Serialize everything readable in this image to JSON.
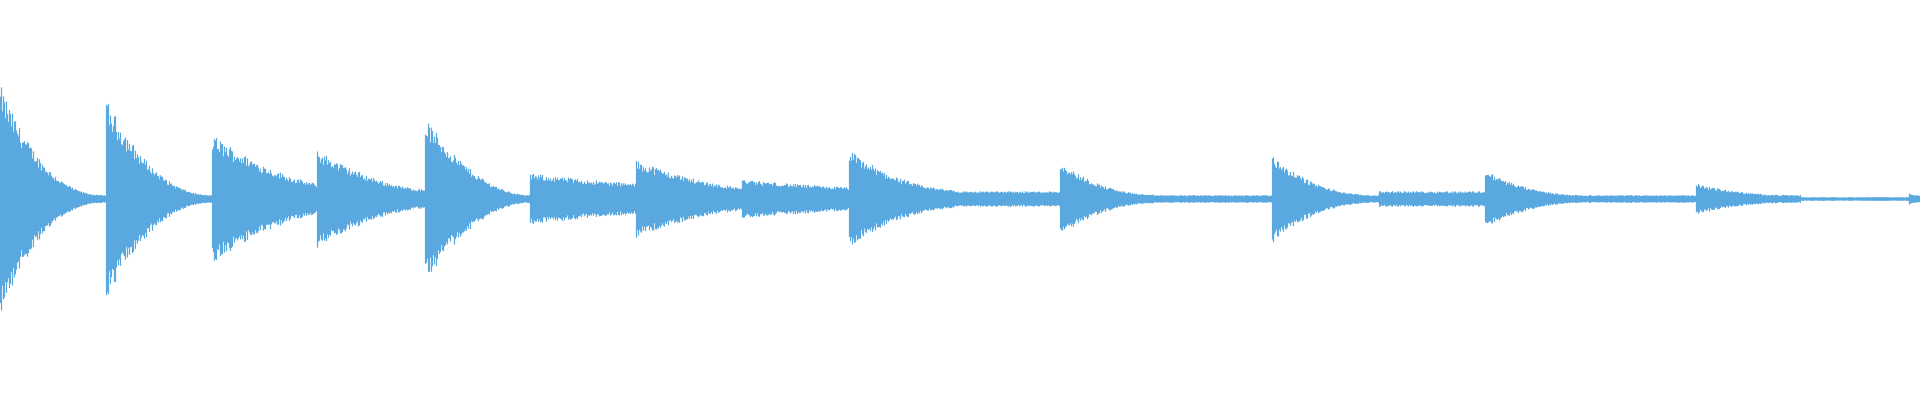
{
  "waveform": {
    "color": "#5aa8e0",
    "background": "#ffffff",
    "duration_norm": 1.0,
    "onsets": [
      {
        "t": 0.0,
        "peak": 0.58,
        "decay": 0.45,
        "tail": 0.02
      },
      {
        "t": 0.055,
        "peak": 0.51,
        "decay": 0.5,
        "tail": 0.02
      },
      {
        "t": 0.11,
        "peak": 0.33,
        "decay": 0.75,
        "tail": 0.08
      },
      {
        "t": 0.165,
        "peak": 0.25,
        "decay": 0.65,
        "tail": 0.05
      },
      {
        "t": 0.221,
        "peak": 0.42,
        "decay": 0.55,
        "tail": 0.02
      },
      {
        "t": 0.276,
        "peak": 0.13,
        "decay": 0.9,
        "tail": 0.08
      },
      {
        "t": 0.331,
        "peak": 0.2,
        "decay": 0.75,
        "tail": 0.06
      },
      {
        "t": 0.386,
        "peak": 0.1,
        "decay": 0.9,
        "tail": 0.06
      },
      {
        "t": 0.442,
        "peak": 0.25,
        "decay": 0.55,
        "tail": 0.05
      },
      {
        "t": 0.497,
        "peak": 0.04,
        "decay": 1.0,
        "tail": 0.04
      },
      {
        "t": 0.552,
        "peak": 0.19,
        "decay": 0.45,
        "tail": 0.02
      },
      {
        "t": 0.607,
        "peak": 0.02,
        "decay": 1.0,
        "tail": 0.02
      },
      {
        "t": 0.662,
        "peak": 0.23,
        "decay": 0.45,
        "tail": 0.02
      },
      {
        "t": 0.718,
        "peak": 0.04,
        "decay": 1.0,
        "tail": 0.04
      },
      {
        "t": 0.773,
        "peak": 0.15,
        "decay": 0.45,
        "tail": 0.02
      },
      {
        "t": 0.828,
        "peak": 0.02,
        "decay": 1.0,
        "tail": 0.02
      },
      {
        "t": 0.883,
        "peak": 0.08,
        "decay": 0.45,
        "tail": 0.02
      },
      {
        "t": 0.938,
        "peak": 0.01,
        "decay": 1.0,
        "tail": 0.01
      },
      {
        "t": 0.994,
        "peak": 0.03,
        "decay": 0.45,
        "tail": 0.02
      }
    ]
  }
}
